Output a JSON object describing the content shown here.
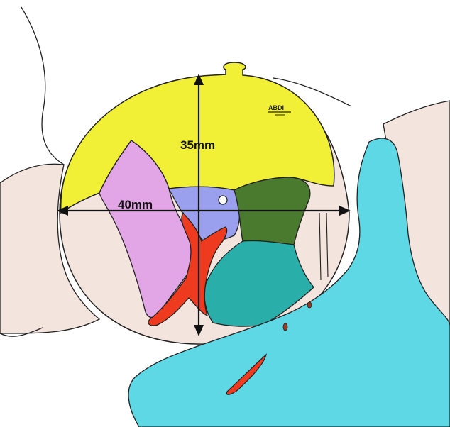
{
  "labels": {
    "height": "35mm",
    "width": "40mm",
    "corner_tag": "ABDI"
  },
  "colors": {
    "outline": "#222222",
    "yellow_region": "#f2f036",
    "pink_region": "#e2a6e6",
    "blue_region": "#9aa0ee",
    "dark_green_region": "#4a7a2e",
    "teal_region": "#2aaeaa",
    "red_region": "#ee3a1e",
    "cyan_region": "#5fd8e6",
    "beige_background": "#f3e4de"
  }
}
